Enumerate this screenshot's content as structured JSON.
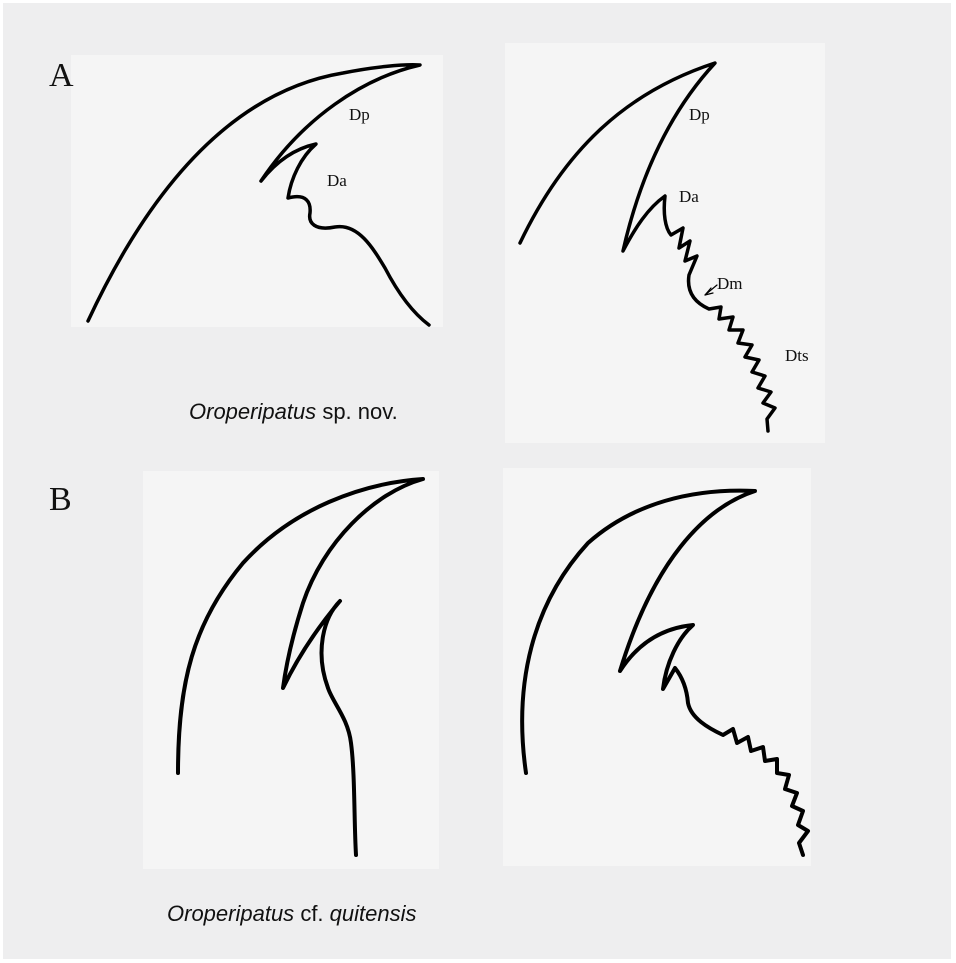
{
  "panels": {
    "a": {
      "letter": "A",
      "caption": {
        "genus": "Oroperipatus",
        "rest": "sp. nov."
      },
      "labels": {
        "dp_left": "Dp",
        "da_left": "Da",
        "dp_right": "Dp",
        "da_right": "Da",
        "dm": "Dm",
        "dts": "Dts"
      }
    },
    "b": {
      "letter": "B",
      "caption": {
        "genus": "Oroperipatus",
        "mid": "cf.",
        "epithet": "quitensis"
      }
    }
  }
}
